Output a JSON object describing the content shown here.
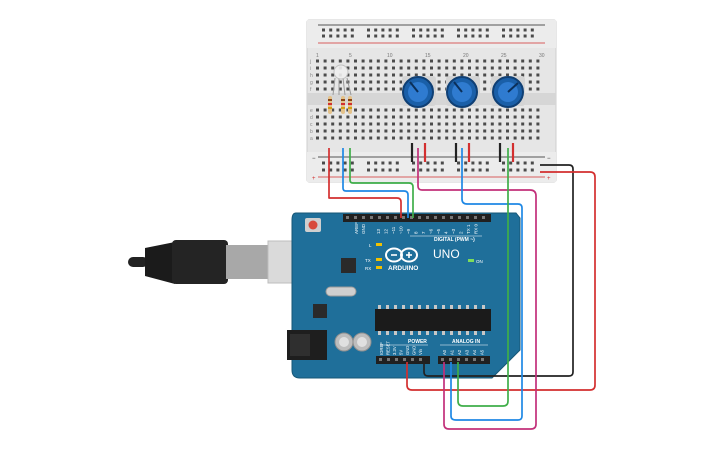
{
  "board": {
    "brand": "ARDUINO",
    "model": "UNO",
    "digital_label": "DIGITAL (PWM ~)",
    "power_label": "POWER",
    "analog_label": "ANALOG IN",
    "on_label": "ON",
    "l_label": "L",
    "tx_label": "TX",
    "rx_label": "RX",
    "digital_pins": [
      "AREF",
      "GND",
      "13",
      "12",
      "~11",
      "~10",
      "~9",
      "8",
      "7",
      "~6",
      "~5",
      "4",
      "~3",
      "2",
      "TX 1",
      "RX 0"
    ],
    "power_pins": [
      "IOREF",
      "RESET",
      "3.3V",
      "5V",
      "GND",
      "GND",
      "Vin"
    ],
    "analog_pins": [
      "A0",
      "A1",
      "A2",
      "A3",
      "A4",
      "A5"
    ]
  },
  "breadboard": {
    "top_columns": [
      "1",
      "5",
      "10",
      "15",
      "20",
      "25",
      "30"
    ],
    "row_letters_top": [
      "j",
      "i",
      "h",
      "g",
      "f"
    ],
    "row_letters_bottom": [
      "e",
      "d",
      "c",
      "b",
      "a"
    ]
  },
  "wire_colors": {
    "red": "#d32f2f",
    "black": "#222222",
    "blue": "#1e88e5",
    "green": "#3fae49",
    "magenta": "#c2307a",
    "board": "#1f6f9a",
    "pot": "#1a5fa8"
  }
}
